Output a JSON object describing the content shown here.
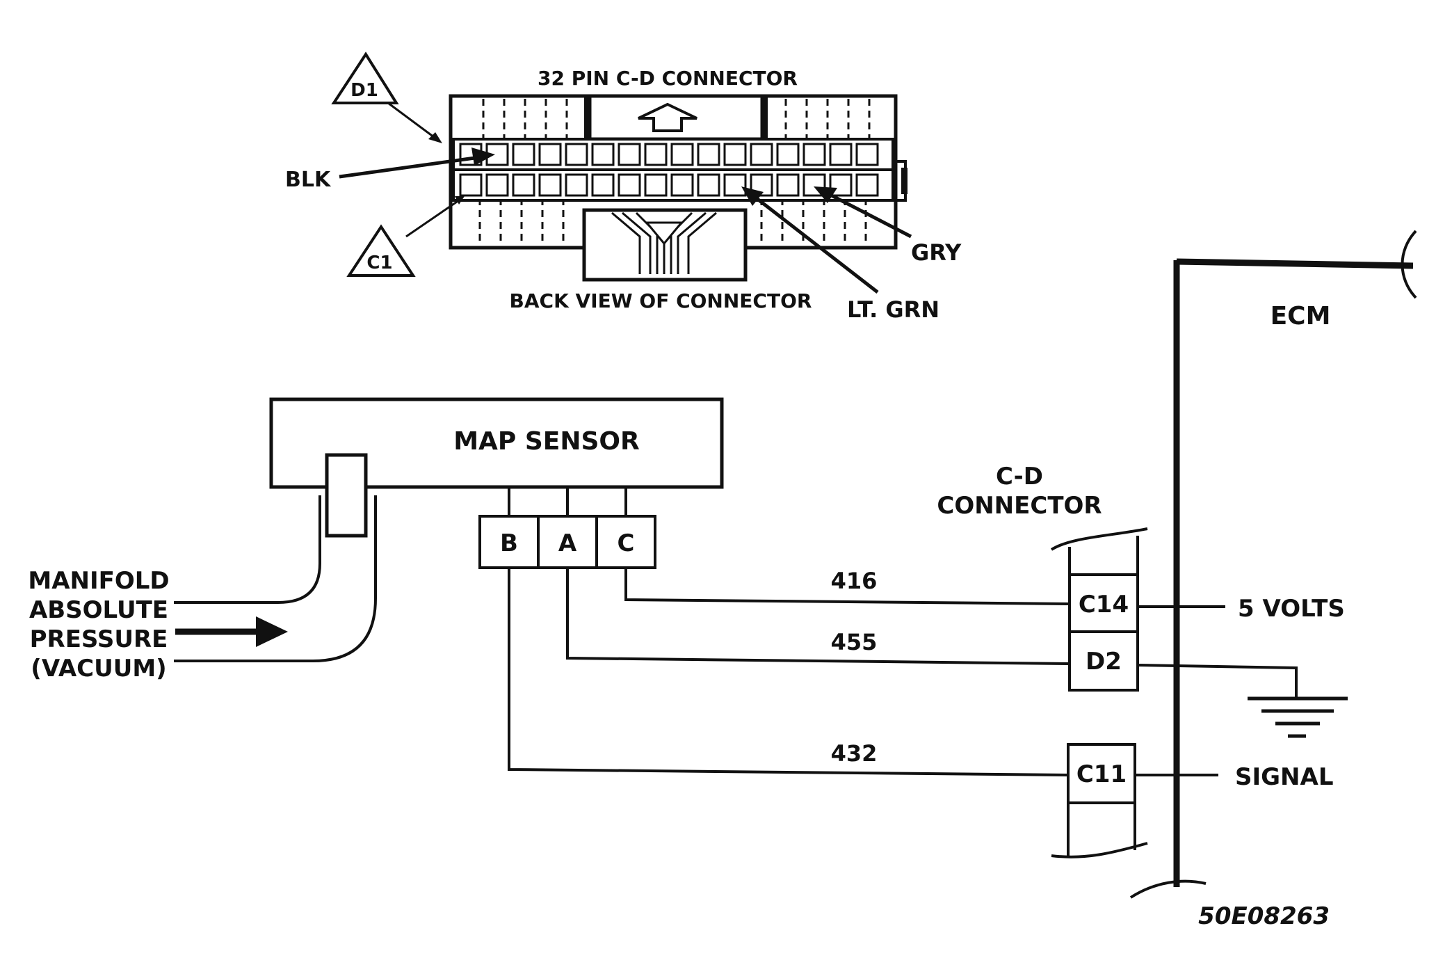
{
  "connector_view": {
    "title": "32 PIN C-D CONNECTOR",
    "caption": "BACK VIEW OF CONNECTOR",
    "d1_label": "D1",
    "c1_label": "C1",
    "blk_label": "BLK",
    "gry_label": "GRY",
    "ltgrn_label": "LT. GRN"
  },
  "map_sensor": {
    "label": "MAP SENSOR",
    "pins": [
      "B",
      "A",
      "C"
    ]
  },
  "vacuum_input": {
    "line1": "MANIFOLD",
    "line2": "ABSOLUTE",
    "line3": "PRESSURE",
    "line4": "(VACUUM)"
  },
  "cd_connector": {
    "line1": "C-D",
    "line2": "CONNECTOR",
    "pins": [
      "C14",
      "D2",
      "C11"
    ]
  },
  "wires": [
    "416",
    "455",
    "432"
  ],
  "ecm": {
    "label": "ECM",
    "five_volts": "5 VOLTS",
    "signal": "SIGNAL"
  },
  "figure_id": "50E08263"
}
